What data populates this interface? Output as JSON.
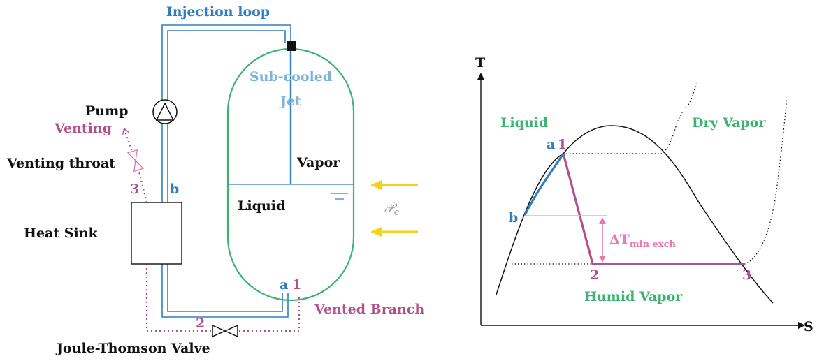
{
  "colors": {
    "blue": "#2f7fc0",
    "light_blue": "#7fb3da",
    "green": "#3cb371",
    "magenta": "#b05287",
    "pink": "#e878b0",
    "yellow": "#f5d21a",
    "black": "#111111",
    "gray": "#999999"
  },
  "left": {
    "injection_loop": "Injection loop",
    "sub_cooled": "Sub-cooled",
    "jet": "Jet",
    "vapor": "Vapor",
    "liquid": "Liquid",
    "pump": "Pump",
    "venting": "Venting",
    "venting_throat": "Venting throat",
    "heat_sink": "Heat Sink",
    "joule_thomson": "Joule-Thomson Valve",
    "vented_branch": "Vented Branch",
    "pc": "𝒫",
    "pc_sub": "c",
    "point_a": "a",
    "point_1": "1",
    "point_b": "b",
    "point_2": "2",
    "point_3": "3"
  },
  "right": {
    "axis_t": "T",
    "axis_s": "S",
    "liquid": "Liquid",
    "dry_vapor": "Dry Vapor",
    "humid_vapor": "Humid Vapor",
    "point_a": "a",
    "point_1": "1",
    "point_b": "b",
    "point_2": "2",
    "point_3": "3",
    "delta_t": "ΔT",
    "delta_t_sub": "min exch"
  }
}
